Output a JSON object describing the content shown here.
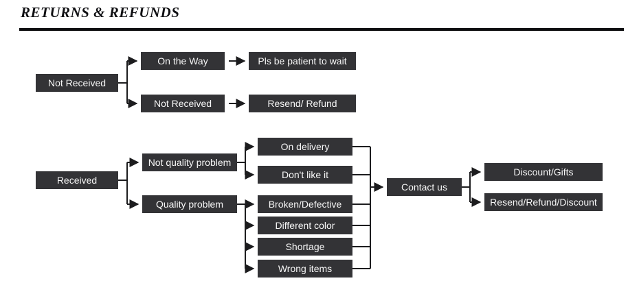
{
  "header": {
    "title": "RETURNS & REFUNDS"
  },
  "flowchart": {
    "nodes": {
      "not_received_root": "Not Received",
      "on_the_way": "On the Way",
      "pls_be_patient": "Pls be patient to wait",
      "not_received_sub": "Not Received",
      "resend_refund": "Resend/ Refund",
      "received_root": "Received",
      "not_quality_problem": "Not quality problem",
      "on_delivery": "On delivery",
      "dont_like_it": "Don't like it",
      "quality_problem": "Quality problem",
      "broken_defective": "Broken/Defective",
      "different_color": "Different color",
      "shortage": "Shortage",
      "wrong_items": "Wrong items",
      "contact_us": "Contact us",
      "discount_gifts": "Discount/Gifts",
      "resend_refund_discount": "Resend/Refund/Discount"
    },
    "colors": {
      "node_bg": "#333336",
      "node_text": "#f7f7f7",
      "connector": "#1c1c1e",
      "rule": "#0d0d0f"
    }
  }
}
